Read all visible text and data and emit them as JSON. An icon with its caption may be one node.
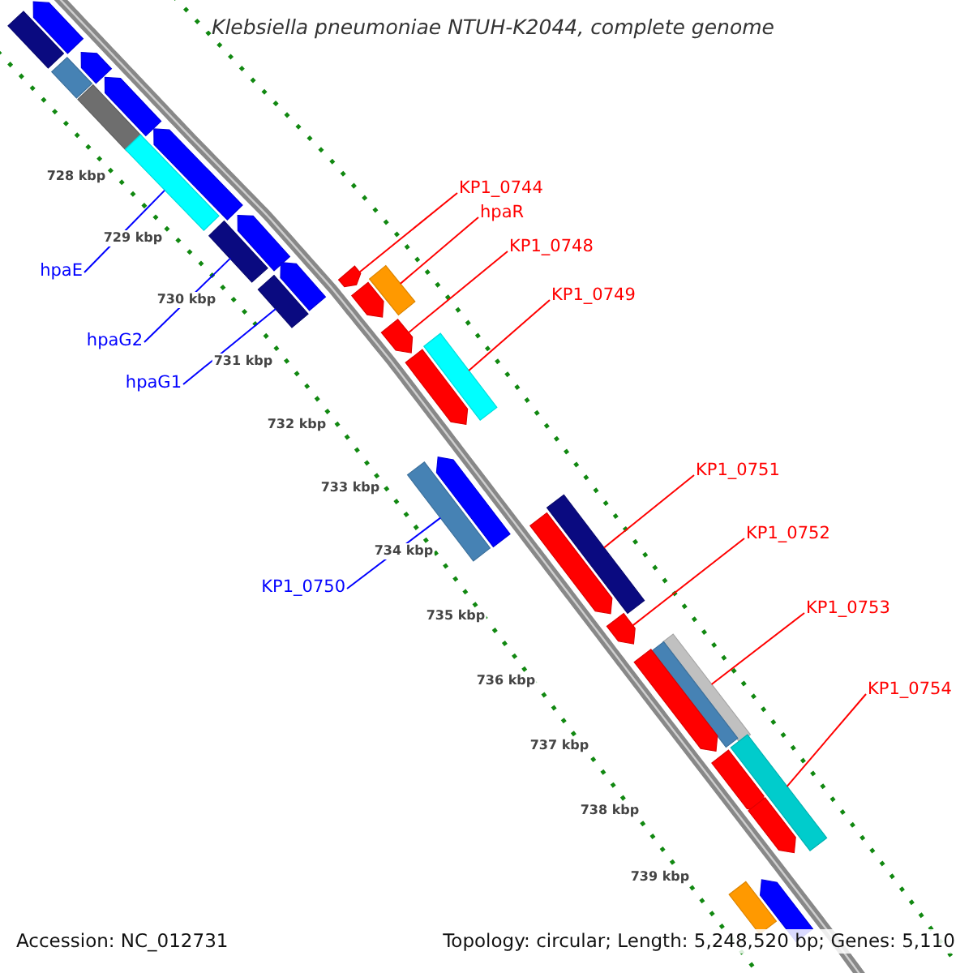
{
  "diagram": {
    "title": "Klebsiella pneumoniae NTUH-K2044, complete genome",
    "nodes": [
      {
        "text": [
          "KP1_0744"
        ]
      },
      {
        "text": [
          "hpaR"
        ]
      },
      {
        "text": [
          "KP1_0748"
        ]
      },
      {
        "text": [
          "hpaE"
        ]
      },
      {
        "text": [
          "KP1_0749"
        ]
      },
      {
        "text": [
          "hpaG2"
        ]
      },
      {
        "text": [
          "hpaG1"
        ]
      },
      {
        "text": [
          "KP1_0751"
        ]
      },
      {
        "text": [
          "KP1_0752"
        ]
      },
      {
        "text": [
          "KP1_0750"
        ]
      },
      {
        "text": [
          "KP1_0753"
        ]
      },
      {
        "text": [
          "KP1_0754"
        ]
      },
      {
        "text": [],
        "shape": "bar"
      },
      {
        "text": [],
        "shape": "pentagon"
      },
      {
        "text": [],
        "shape": "pentagon"
      },
      {
        "text": [],
        "shape": "bar"
      },
      {
        "text": [],
        "shape": "pentagon"
      },
      {
        "text": [],
        "shape": "bar"
      },
      {
        "text": [],
        "shape": "pentagon"
      },
      {
        "text": [],
        "shape": "bar"
      },
      {
        "text": [],
        "shape": "pentagon"
      },
      {
        "text": [],
        "shape": "bar"
      },
      {
        "text": [],
        "shape": "pentagon"
      },
      {
        "text": [],
        "shape": "bar"
      },
      {
        "text": [],
        "shape": "pentagon"
      },
      {
        "text": [],
        "shape": "bar"
      },
      {
        "text": [],
        "shape": "pentagon"
      },
      {
        "text": [],
        "shape": "pentagon"
      },
      {
        "text": [],
        "shape": "bar"
      },
      {
        "text": [],
        "shape": "pentagon"
      },
      {
        "text": [],
        "shape": "pentagon"
      },
      {
        "text": [],
        "shape": "bar"
      },
      {
        "text": [],
        "shape": "bar"
      },
      {
        "text": [],
        "shape": "pentagon"
      },
      {
        "text": [],
        "shape": "pentagon"
      },
      {
        "text": [],
        "shape": "bar"
      },
      {
        "text": [],
        "shape": "bar"
      },
      {
        "text": [],
        "shape": "pentagon"
      },
      {
        "text": [],
        "shape": "bar"
      },
      {
        "text": [],
        "shape": "pentagon"
      },
      {
        "text": [],
        "shape": "pentagon"
      },
      {
        "text": [],
        "shape": "pentagon"
      },
      {
        "text": [],
        "shape": "bar"
      }
    ],
    "edges": [
      {
        "from": 0,
        "to": 24,
        "arrow": "none"
      },
      {
        "from": 1,
        "to": 23,
        "arrow": "none"
      },
      {
        "from": 2,
        "to": 27,
        "arrow": "none"
      },
      {
        "from": 3,
        "to": 19,
        "arrow": "none",
        "color": "#0000ff"
      },
      {
        "from": 4,
        "to": 28,
        "arrow": "none"
      },
      {
        "from": 5,
        "to": 21,
        "arrow": "none",
        "color": "#0000ff"
      },
      {
        "from": 6,
        "to": 25,
        "arrow": "none",
        "color": "#0000ff"
      },
      {
        "from": 7,
        "to": 32,
        "arrow": "none"
      },
      {
        "from": 8,
        "to": 34,
        "arrow": "none"
      },
      {
        "from": 9,
        "to": 31,
        "arrow": "none",
        "color": "#0000ff"
      },
      {
        "from": 10,
        "to": 35,
        "arrow": "none"
      },
      {
        "from": 11,
        "to": 38,
        "arrow": "none"
      }
    ],
    "labels": [
      "728 kbp",
      "729 kbp",
      "730 kbp",
      "731 kbp",
      "732 kbp",
      "733 kbp",
      "734 kbp",
      "735 kbp",
      "736 kbp",
      "737 kbp",
      "738 kbp",
      "739 kbp",
      "Accession: NC_012731",
      "Topology: circular; Length: 5,248,520 bp; Genes: 5,110"
    ]
  }
}
